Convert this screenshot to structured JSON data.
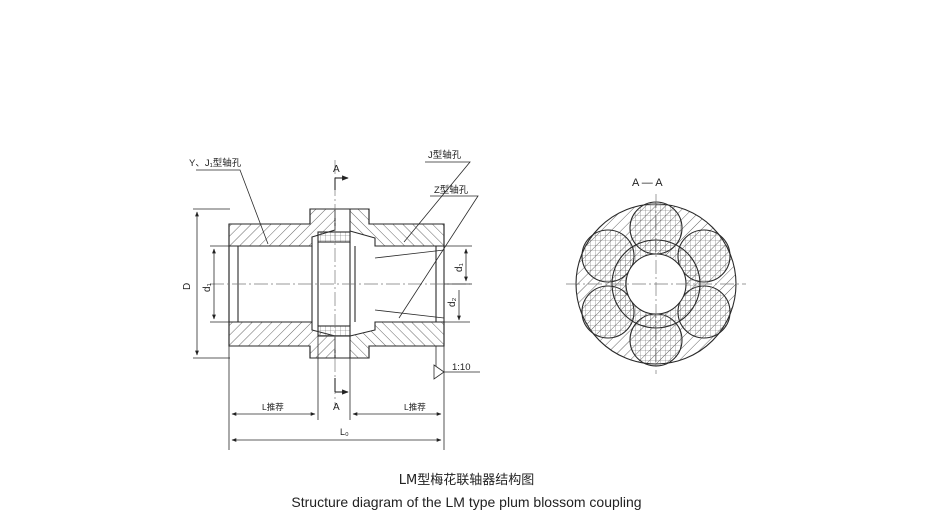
{
  "labels": {
    "bore_yj": "Y、J₁型轴孔",
    "bore_j": "J型轴孔",
    "bore_z": "Z型轴孔",
    "section_mark_top": "A",
    "section_mark_bottom": "A",
    "section_title": "A — A",
    "dim_D": "D",
    "dim_d1_left": "d₁",
    "dim_d1_right": "d₁",
    "dim_d2": "d₂",
    "taper": "1:10",
    "dim_L_left": "L推荐",
    "dim_L_right": "L推荐",
    "dim_L0": "L₀"
  },
  "caption": {
    "chinese": "LM型梅花联轴器结构图",
    "english": "Structure diagram of the LM type plum blossom coupling"
  },
  "colors": {
    "line": "#2a2a2a",
    "hatch": "#555555",
    "background": "#ffffff"
  }
}
